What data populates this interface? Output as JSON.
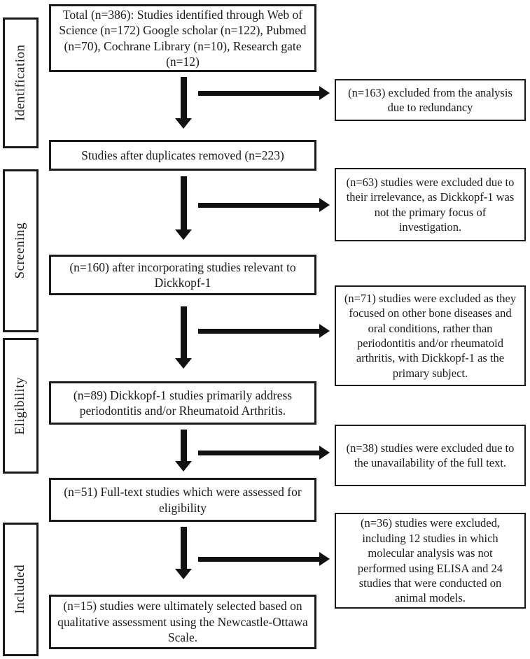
{
  "diagram": {
    "type": "prisma-flow",
    "colors": {
      "background": "#ffffff",
      "border": "#1a1a1a",
      "text": "#1a1a1a",
      "arrow": "#111111"
    },
    "stages": [
      {
        "label": "Identification"
      },
      {
        "label": "Screening"
      },
      {
        "label": "Eligibility"
      },
      {
        "label": "Included"
      }
    ],
    "main_boxes": [
      {
        "text": "Total (n=386): Studies identified through Web of Science (n=172) Google scholar (n=122), Pubmed (n=70), Cochrane Library (n=10), Research gate (n=12)"
      },
      {
        "text": "Studies after duplicates removed (n=223)"
      },
      {
        "text": "(n=160) after incorporating studies relevant to Dickkopf-1"
      },
      {
        "text": "(n=89) Dickkopf-1 studies primarily address periodontitis and/or Rheumatoid Arthritis."
      },
      {
        "text": "(n=51) Full-text studies which were assessed for eligibility"
      },
      {
        "text": "(n=15) studies were ultimately selected based on qualitative assessment using the Newcastle-Ottawa Scale."
      }
    ],
    "exclusion_boxes": [
      {
        "text": "(n=163) excluded from the analysis due to redundancy"
      },
      {
        "text": "(n=63) studies were excluded due to their irrelevance, as Dickkopf-1 was not the primary focus of investigation."
      },
      {
        "text": "(n=71) studies were excluded as they focused on other bone diseases and oral conditions, rather than periodontitis and/or rheumatoid arthritis, with Dickkopf-1 as the primary subject."
      },
      {
        "text": "(n=38) studies were excluded due to the unavailability of the full text."
      },
      {
        "text": "(n=36) studies were excluded, including 12 studies in which molecular analysis was not performed using ELISA and 24 studies that were conducted on animal models."
      }
    ]
  }
}
